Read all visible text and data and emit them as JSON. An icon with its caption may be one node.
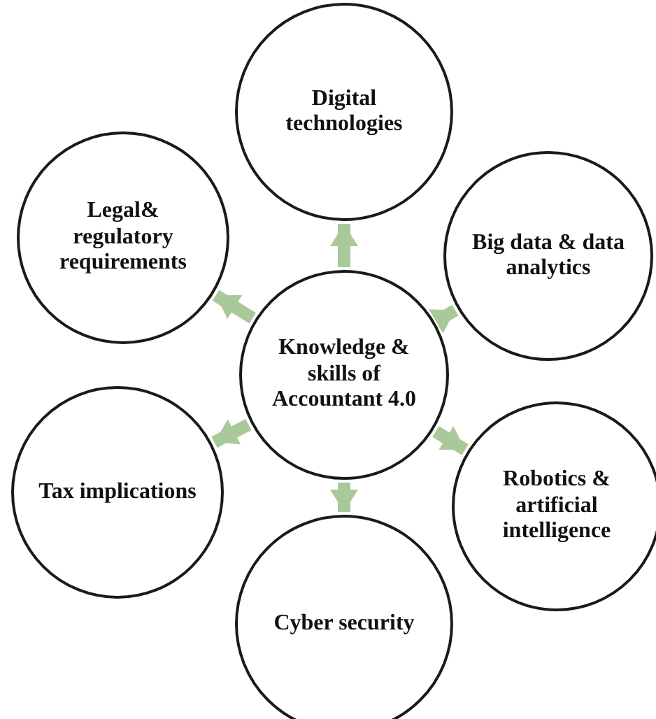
{
  "diagram": {
    "nodes": [
      {
        "text": [
          "Knowledge & skills of Accountant 4.0"
        ]
      },
      {
        "text": [
          "Digital technologies"
        ]
      },
      {
        "text": [
          "Big data & data analytics"
        ]
      },
      {
        "text": [
          "Robotics & artificial intelligence"
        ]
      },
      {
        "text": [
          "Cyber security"
        ]
      },
      {
        "text": [
          "Tax implications"
        ]
      },
      {
        "text": [
          "Legal& regulatory requirements"
        ]
      }
    ],
    "edges": [
      {
        "from": 0,
        "to": 1,
        "arrow": "to"
      },
      {
        "from": 0,
        "to": 2,
        "arrow": "to"
      },
      {
        "from": 0,
        "to": 3,
        "arrow": "to"
      },
      {
        "from": 0,
        "to": 4,
        "arrow": "to"
      },
      {
        "from": 0,
        "to": 5,
        "arrow": "to"
      },
      {
        "from": 0,
        "to": 6,
        "arrow": "to"
      }
    ]
  }
}
